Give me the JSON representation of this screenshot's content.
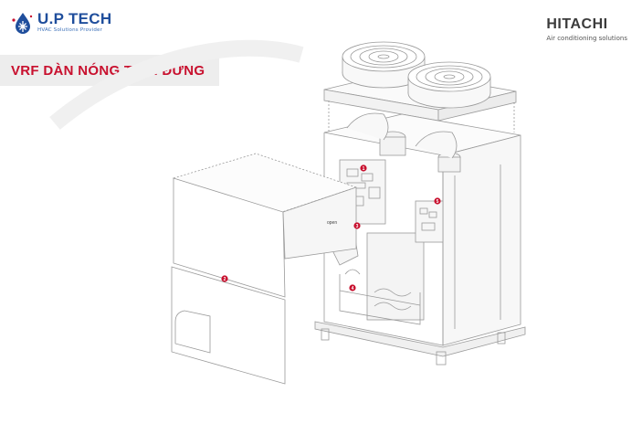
{
  "brand": {
    "name": "U.P TECH",
    "tagline": "HVAC Solutions Provider",
    "accent": "#1f4e9c"
  },
  "partner": {
    "name": "HITACHI",
    "tagline": "Air conditioning solutions"
  },
  "banner": {
    "title": "VRF DÀN NÓNG THỔI ĐỨNG",
    "color": "#c8102e",
    "background": "#ededed"
  },
  "illustration": {
    "open_label": "open",
    "markers": [
      "1",
      "2",
      "3",
      "4",
      "5"
    ],
    "marker_color": "#c8102e"
  }
}
